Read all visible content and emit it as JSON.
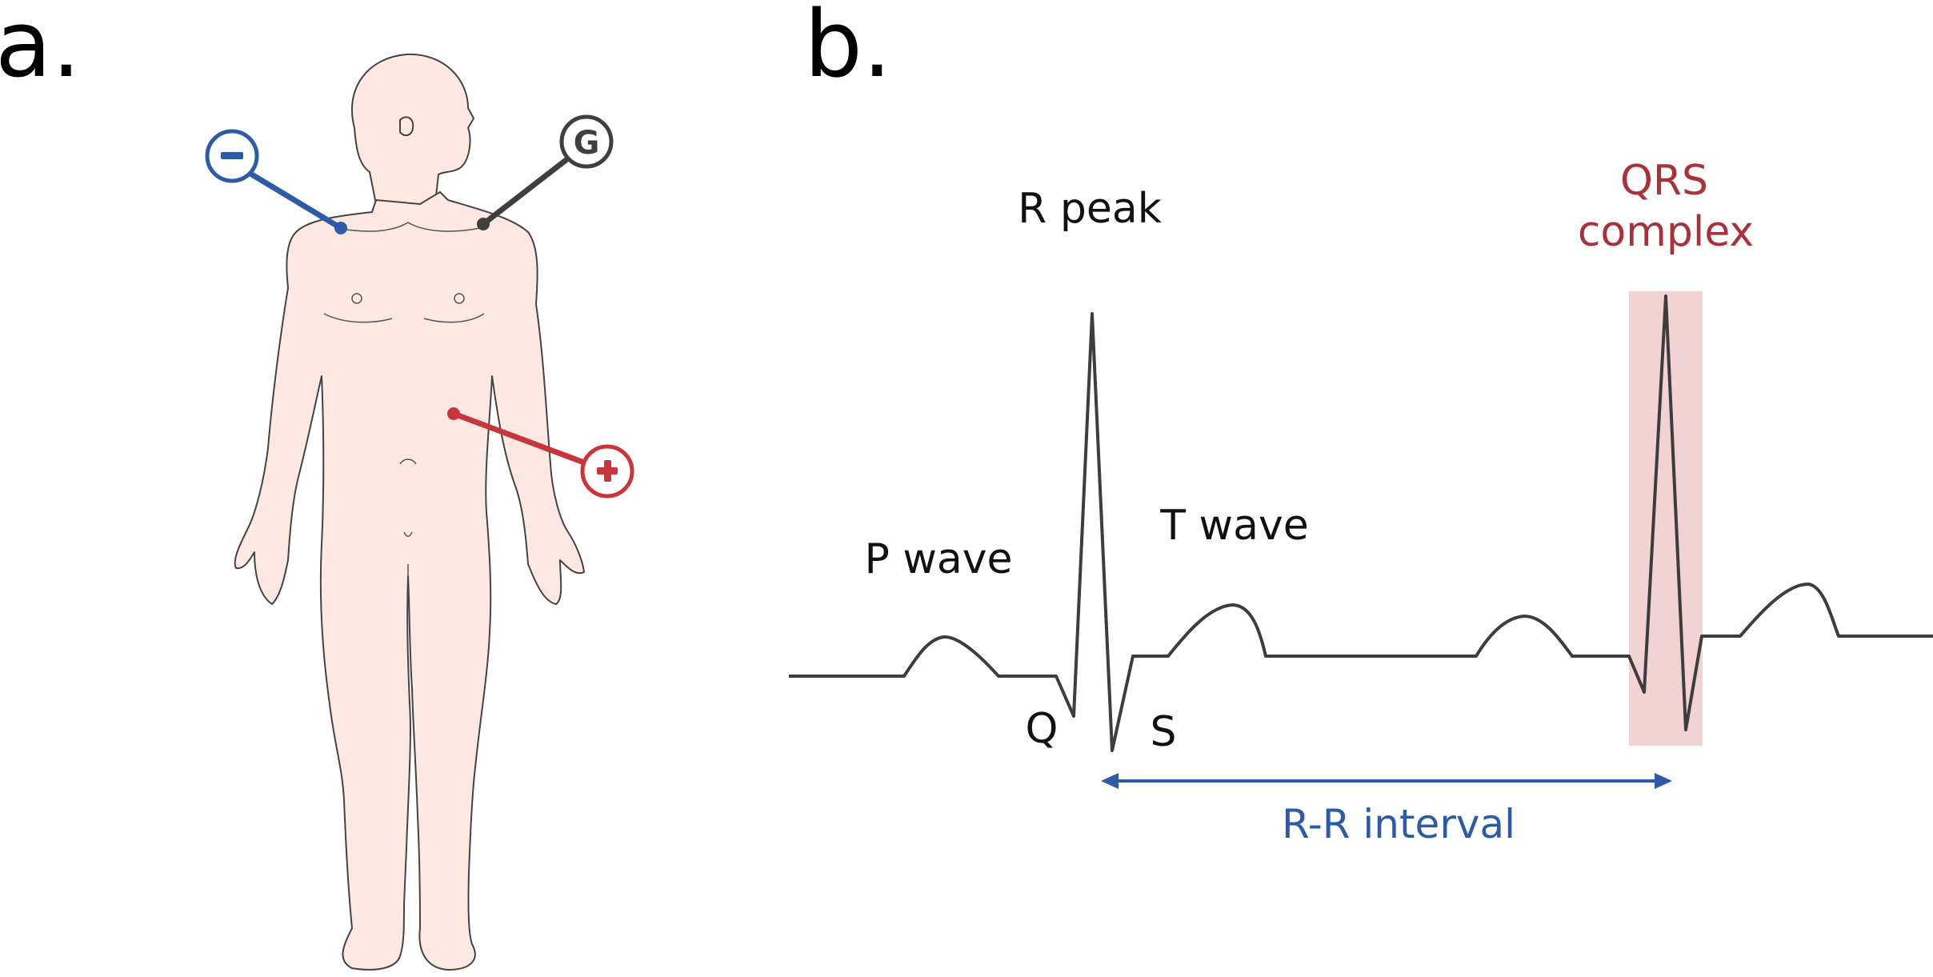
{
  "panel_a": {
    "label": "a.",
    "electrodes": [
      {
        "id": "negative",
        "symbol": "−",
        "icon": "minus-icon",
        "color": "#2e5ba7"
      },
      {
        "id": "ground",
        "symbol": "G",
        "icon": "ground-letter-icon",
        "color": "#3f3f3f"
      },
      {
        "id": "positive",
        "symbol": "+",
        "icon": "plus-icon",
        "color": "#c8353a"
      }
    ],
    "body_color": "#fde9e2"
  },
  "panel_b": {
    "label": "b.",
    "waveform_color": "#3d3d3d",
    "labels": {
      "r_peak": "R peak",
      "p_wave": "P wave",
      "t_wave": "T wave",
      "q": "Q",
      "s": "S",
      "qrs_line1": "QRS",
      "qrs_line2": "complex",
      "rr_interval": "R-R interval"
    },
    "colors": {
      "qrs_text": "#a8313a",
      "qrs_highlight": "#f2d3d3",
      "rr": "#2e5ba7"
    }
  }
}
